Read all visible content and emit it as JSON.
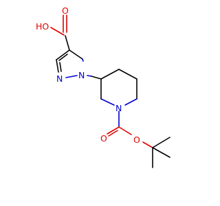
{
  "molecule": {
    "atoms": {
      "hydroxyl": {
        "text": "HO",
        "color": "#e00000"
      },
      "carbonyl_oxygen_top": {
        "text": "O",
        "color": "#e00000"
      },
      "pyrazole_n1": {
        "text": "N",
        "color": "#0000d0"
      },
      "pyrazole_n2": {
        "text": "N",
        "color": "#0000d0"
      },
      "piperidine_n": {
        "text": "N",
        "color": "#0000d0"
      },
      "carbonyl_oxygen_bottom": {
        "text": "O",
        "color": "#e00000"
      },
      "ester_oxygen": {
        "text": "O",
        "color": "#e00000"
      }
    }
  }
}
